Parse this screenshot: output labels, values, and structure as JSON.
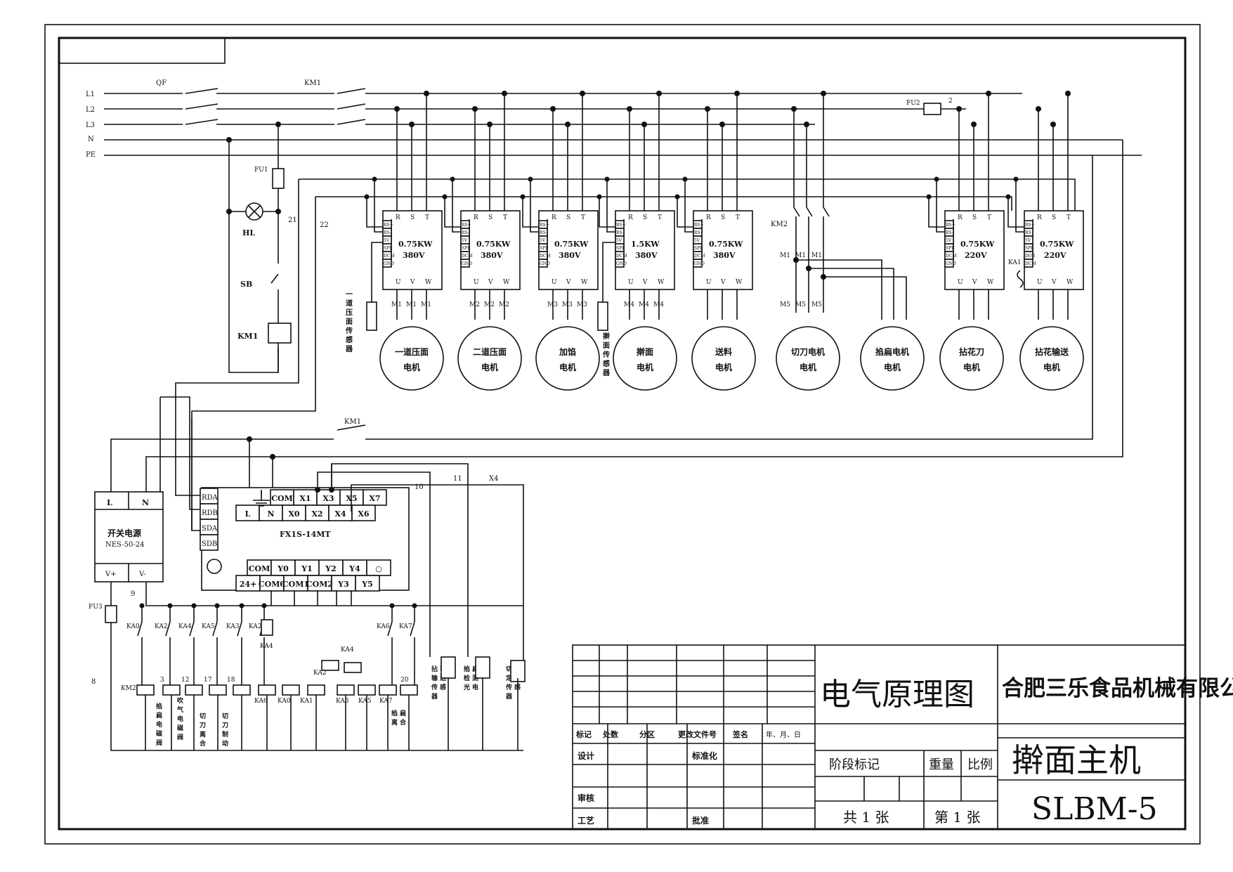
{
  "lines": {
    "L1": "L1",
    "L2": "L2",
    "L3": "L3",
    "N": "N",
    "PE": "PE"
  },
  "labels": {
    "qf": "QF",
    "km1": "KM1",
    "km2": "KM2",
    "fu1": "FU1",
    "fu2": "FU2",
    "fu3": "FU3",
    "hl": "HL",
    "sb": "SB",
    "ka1": "KA1",
    "n21": "21",
    "n22": "22",
    "n9": "9",
    "n8": "8",
    "n10": "10",
    "n11": "11",
    "x4label": "X4",
    "n2": "2"
  },
  "term_labels": {
    "r": "R",
    "s": "S",
    "t": "T",
    "u": "U",
    "v": "V",
    "w": "W"
  },
  "vfd_pins": [
    "RS+",
    "RS-",
    "5V",
    "SPE",
    "DCM",
    "GND"
  ],
  "vfd_pins_b": [
    "RS+",
    "RS-",
    "5V",
    "SPE",
    "DCM",
    "GND"
  ],
  "vfd_pins_c": [
    "RS+",
    "RS-",
    "5V",
    "SPE",
    "DCM",
    "GND"
  ],
  "vfd_pins_d": [
    "RS+",
    "RS-",
    "5V",
    "SPE",
    "DCM",
    "GND"
  ],
  "vfd_pins_e": [
    "RS+",
    "RS-",
    "5V",
    "SPE",
    "DCM",
    "GND"
  ],
  "vfd_pins_f": [
    "RS+",
    "RS-",
    "5V",
    "SPE",
    "DCM",
    "GND"
  ],
  "vfd_pins_g": [
    "RS+",
    "RS-",
    "5V",
    "SPE",
    "DOR",
    "DCM"
  ],
  "vfds": [
    {
      "power": "0.75KW",
      "volt": "380V",
      "m": "M1"
    },
    {
      "power": "0.75KW",
      "volt": "380V",
      "m": "M2"
    },
    {
      "power": "0.75KW",
      "volt": "380V",
      "m": "M3"
    },
    {
      "power": "1.5KW",
      "volt": "380V",
      "m": "M4"
    },
    {
      "power": "0.75KW",
      "volt": "380V",
      "m": ""
    },
    {
      "power": "0.75KW",
      "volt": "220V",
      "m": ""
    },
    {
      "power": "0.75KW",
      "volt": "220V",
      "m": ""
    }
  ],
  "km2_m": {
    "a": "M1",
    "b": "M5"
  },
  "motors": [
    {
      "l1": "一道压面",
      "l2": "电机"
    },
    {
      "l1": "二道压面",
      "l2": "电机"
    },
    {
      "l1": "加馅",
      "l2": "电机"
    },
    {
      "l1": "擀面",
      "l2": "电机"
    },
    {
      "l1": "送料",
      "l2": "电机"
    },
    {
      "l1": "切刀电机",
      "l2": "电机"
    },
    {
      "l1": "掐扁电机",
      "l2": "电机"
    },
    {
      "l1": "拈花刀",
      "l2": "电机"
    },
    {
      "l1": "拈花输送",
      "l2": "电机"
    }
  ],
  "sensors": {
    "s1": "一道压面传感器",
    "s2": "擀面传感器"
  },
  "psu": {
    "l": "L",
    "n": "N",
    "name": "开关电源",
    "model": "NES-50-24",
    "vp": "V+",
    "vm": "V-"
  },
  "plc": {
    "model": "FX1S-14MT",
    "comm": [
      "RDA",
      "RDB",
      "SDA",
      "SDB"
    ],
    "in_top": [
      "COM",
      "X1",
      "X3",
      "X5",
      "X7"
    ],
    "in_bot": [
      "L",
      "N",
      "X0",
      "X2",
      "X4",
      "X6"
    ],
    "out_top": [
      "COM",
      "Y0",
      "Y1",
      "Y2",
      "Y4",
      "○"
    ],
    "out_bot": [
      "24+",
      "COM0",
      "COM1",
      "COM2",
      "Y3",
      "Y5"
    ]
  },
  "relays": {
    "top": [
      "KA0",
      "KA2",
      "KA4",
      "KA5",
      "KA3",
      "KA2",
      "KA6",
      "KA7"
    ],
    "ka4_coil": "KA4",
    "coils": [
      "KM2",
      "3",
      "12",
      "17",
      "18",
      "KA6",
      "KA0",
      "KA1",
      "KA2",
      "KA4",
      "KA3",
      "KA5",
      "KA7",
      "20"
    ],
    "descs": [
      "掐扁电磁阀",
      "吹气电磁阀",
      "切刀离合",
      "切刀制动",
      "掐扁离合",
      "拈花输送传感器",
      "掐扁检测光电",
      "切刀定位传感器"
    ]
  },
  "title_block": {
    "title": "电气原理图",
    "company": "合肥三乐食品机械有限公司",
    "product": "擀面主机",
    "model": "SLBM-5",
    "headers": [
      "标记",
      "处数",
      "分区",
      "更改文件号",
      "签名",
      "年、月、日"
    ],
    "design": "设计",
    "standard": "标准化",
    "review": "审核",
    "process": "工艺",
    "approve": "批准",
    "stage": "阶段标记",
    "weight": "重量",
    "scale": "比例",
    "total": "共 1 张",
    "sheet": "第 1 张"
  }
}
